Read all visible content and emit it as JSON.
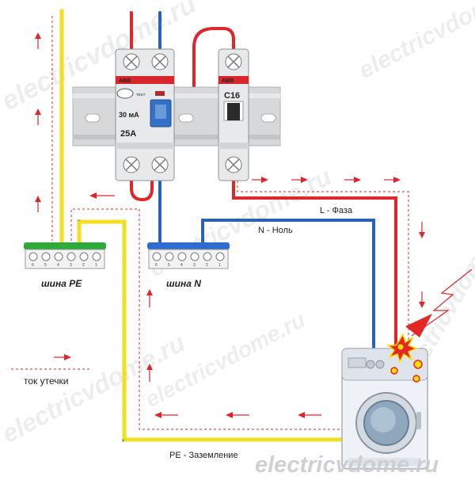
{
  "rcd": {
    "brand": "ABB",
    "test_label": "TEST",
    "sensitivity": "30 мА",
    "rating": "25A"
  },
  "breaker": {
    "brand": "ABB",
    "rating": "C16"
  },
  "labels": {
    "phase": "L - Фаза",
    "neutral": "N - Ноль",
    "ground": "PE - Заземление",
    "pe_bus": "шина PE",
    "n_bus": "шина N",
    "legend_leak": "ток утечки"
  },
  "pe_bus_numbers": [
    "6",
    "5",
    "4",
    "3",
    "2",
    "1"
  ],
  "n_bus_numbers": [
    "6",
    "5",
    "4",
    "3",
    "2",
    "1"
  ],
  "watermark": "electricvdome.ru",
  "colors": {
    "phase": "#e0262a",
    "neutral": "#2a62b4",
    "ground_yellow": "#f0e020",
    "ground_green": "#3aa63a",
    "leak": "#e0262a",
    "pe_bus": "#2faa3a",
    "n_bus": "#2f6bd0"
  }
}
